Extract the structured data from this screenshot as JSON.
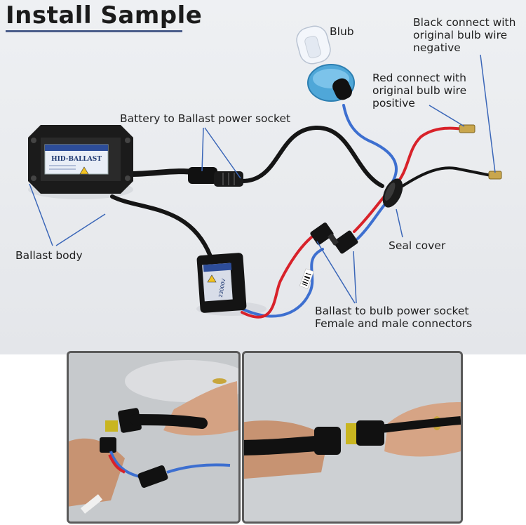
{
  "title": "Install Sample",
  "labels": {
    "blub": "Blub",
    "black_connect": [
      "Black connect with",
      "original bulb wire",
      "negative"
    ],
    "red_connect": [
      "Red connect with",
      "original bulb wire",
      "positive"
    ],
    "battery_socket": "Battery to Ballast power socket",
    "ballast_body": "Ballast body",
    "seal_cover": "Seal cover",
    "bulb_socket": [
      "Ballast to bulb power socket",
      "Female and male connectors"
    ]
  },
  "ballast_text": "HID-BALLAST",
  "igniter_text": "23000V",
  "colors": {
    "wire_red": "#d8222a",
    "wire_blue": "#3d6fd0",
    "wire_black": "#151515",
    "callout": "#3a66b8",
    "bulb_base": "#4fa7d8",
    "panel_border": "#5a5a5a"
  }
}
